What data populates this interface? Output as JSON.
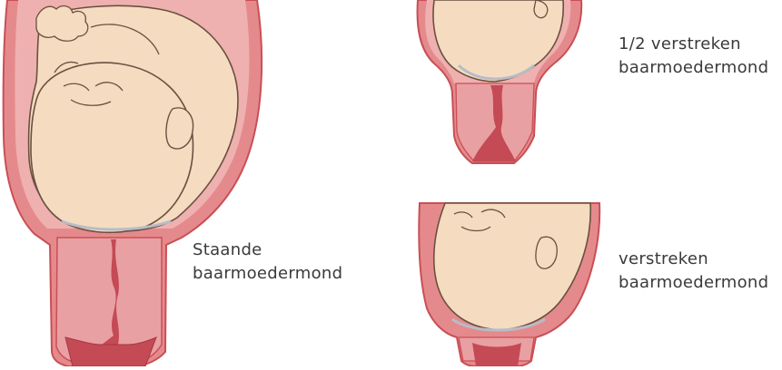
{
  "captions": {
    "standing": {
      "line1": "Staande",
      "line2": "baarmoedermond"
    },
    "half_effaced": {
      "line1": "1/2 verstreken",
      "line2": "baarmoedermond"
    },
    "fully_effaced": {
      "line1": "verstreken",
      "line2": "baarmoedermond"
    }
  },
  "colors": {
    "uterus_wall": "#e58a8c",
    "wall_outline": "#c94f56",
    "cervix": "#e9a0a3",
    "canal": "#c44a55",
    "skin": "#f5dcc0",
    "skin_outline": "#6b5040",
    "membrane": "#b8bcc6",
    "text": "#3a3a3a"
  }
}
